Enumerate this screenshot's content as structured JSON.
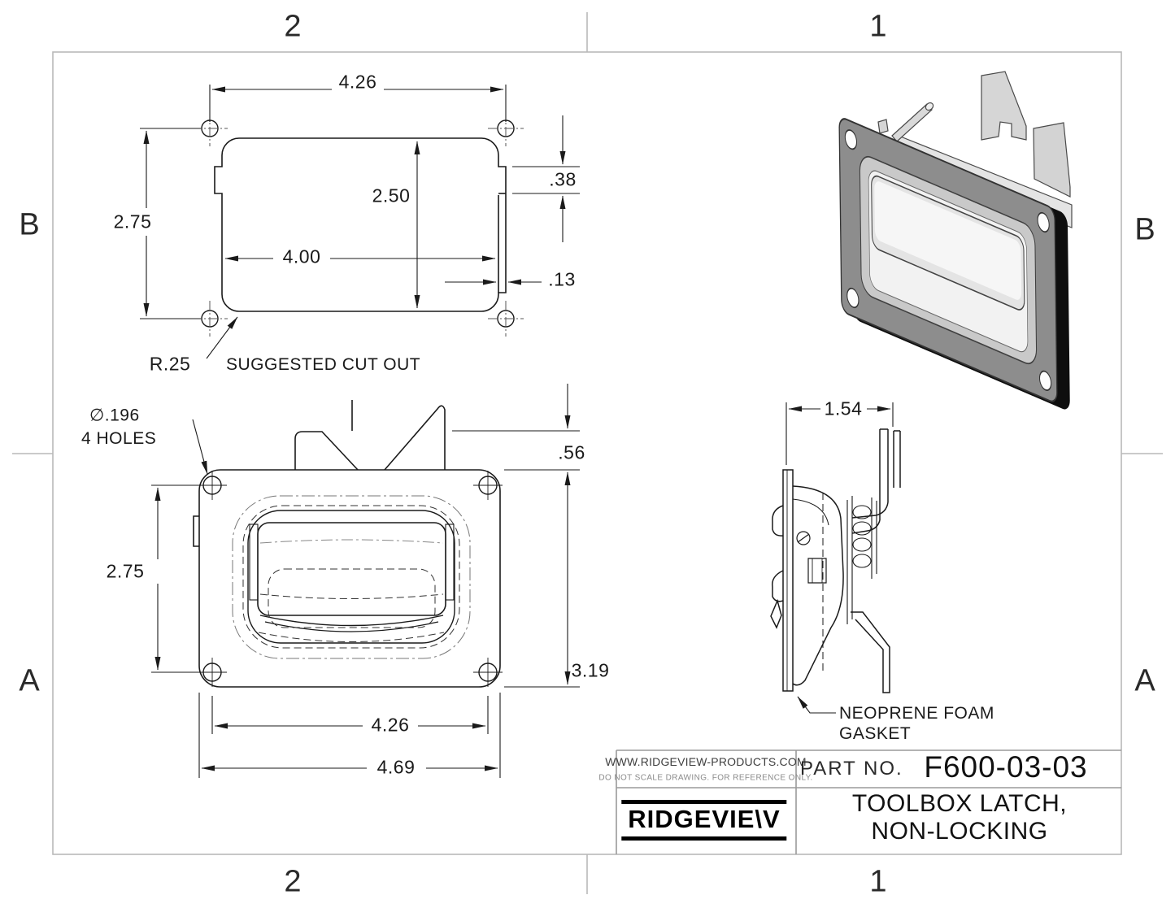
{
  "sheet": {
    "kind": "engineering-drawing"
  },
  "zones": {
    "top": [
      "2",
      "1"
    ],
    "bottom": [
      "2",
      "1"
    ],
    "left": [
      "B",
      "A"
    ],
    "right": [
      "B",
      "A"
    ]
  },
  "cutout_view": {
    "label": "SUGGESTED CUT OUT",
    "corner_radius": "R.25",
    "hole_span_width": "4.26",
    "hole_span_height": "2.75",
    "cut_height": "2.50",
    "cut_width": "4.00",
    "notch_height": ".38",
    "slot_width": ".13"
  },
  "front_view": {
    "hole_diameter": "∅.196",
    "hole_count": "4 HOLES",
    "hole_span_height": "2.75",
    "tab_height": ".56",
    "overall_height": "3.19",
    "hole_span_width": "4.26",
    "overall_width": "4.69"
  },
  "side_view": {
    "depth": "1.54",
    "gasket_callout_line1": "NEOPRENE FOAM",
    "gasket_callout_line2": "GASKET"
  },
  "title_block": {
    "website": "WWW.RIDGEVIEW-PRODUCTS.COM",
    "disclaimer": "DO NOT SCALE DRAWING. FOR REFERENCE ONLY.",
    "part_label": "PART NO.",
    "part_number": "F600-03-03",
    "logo_text": "RIDGEVIE\\V",
    "title_line1": "TOOLBOX LATCH,",
    "title_line2": "NON-LOCKING"
  },
  "colors": {
    "line": "#1a1a1a",
    "frame": "#b9b9b9",
    "title_block_line": "#9a9a9a",
    "flange_gray": "#8d8d8d",
    "gasket_black": "#0e0e0e"
  }
}
